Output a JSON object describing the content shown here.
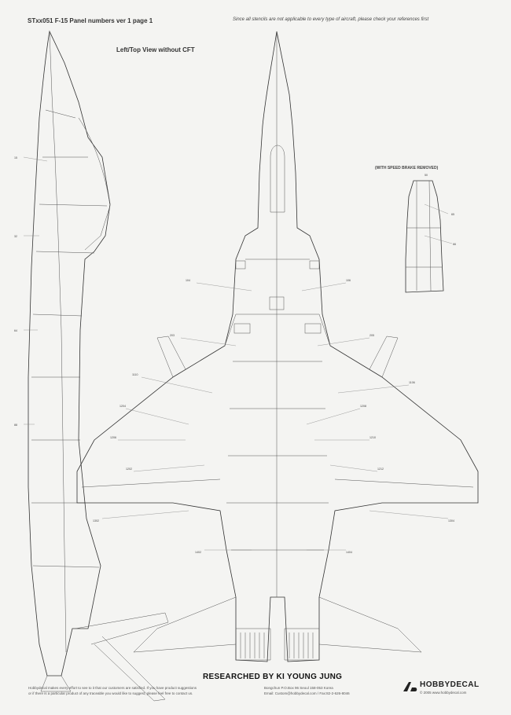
{
  "header": {
    "title": "STxx051 F-15 Panel numbers ver 1 page 1",
    "disclaimer": "Since all stencils are not applicable to every type of aircraft, please check your references first"
  },
  "views": {
    "main_label": "Left/Top View without CFT",
    "speed_brake_label": "(WITH SPEED BRAKE REMOVED)"
  },
  "credits": {
    "researcher": "RESEARCHED BY KI YOUNG JUNG",
    "footer_line1": "Hobbydecal makes every effort to see to it that our customers are satisfied. If you have product suggestions",
    "footer_line2": "or if there is a particular product of any traceable you would like to suggest, please feel free to contact us.",
    "address_line1": "Bongchun P.O.Box 96 Seoul 158-053 Korea",
    "address_line2": "Email: Custom@hobbydecal.com / Fax:82-2-626-8046",
    "logo_text": "HOBBYDECAL",
    "logo_sub": "© 2005 www.hobbydecal.com"
  },
  "icons": [
    "hd-logo-icon"
  ]
}
